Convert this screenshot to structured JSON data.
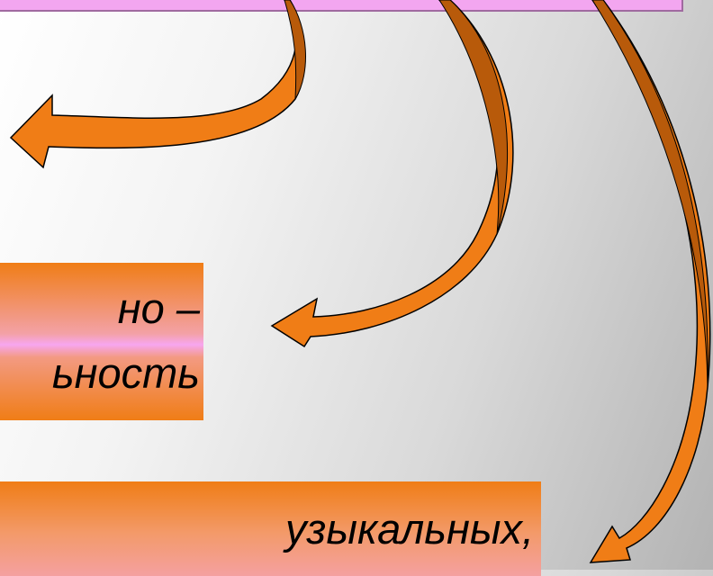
{
  "callouts": [
    {
      "lines": [
        "но –",
        "ьность"
      ]
    },
    {
      "lines": [
        "узыкальных,"
      ]
    }
  ],
  "colors": {
    "arrow_fill": "#f07d16",
    "arrow_shade": "#b85a0a",
    "banner": "#f3a6f0"
  }
}
